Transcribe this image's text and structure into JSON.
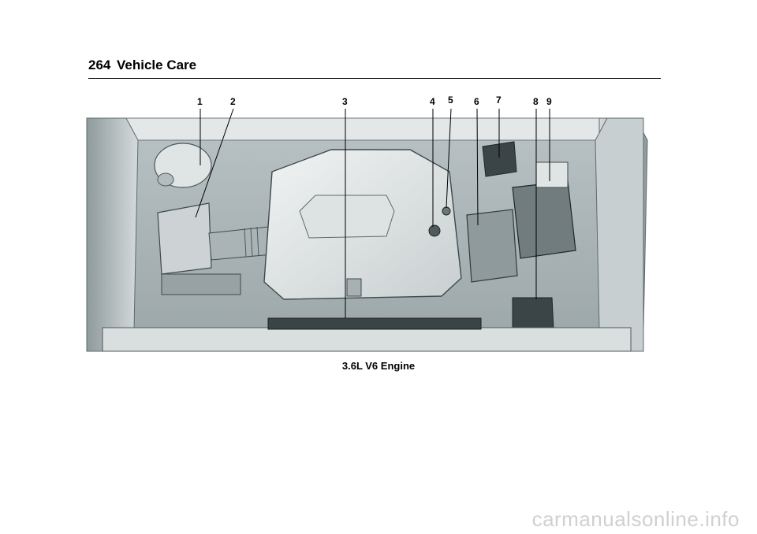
{
  "header": {
    "page_number": "264",
    "section_title": "Vehicle Care"
  },
  "figure": {
    "callouts": [
      "1",
      "2",
      "3",
      "4",
      "5",
      "6",
      "7",
      "8",
      "9"
    ],
    "caption": "3.6L V6 Engine"
  },
  "watermark": "carmanualsonline.info"
}
